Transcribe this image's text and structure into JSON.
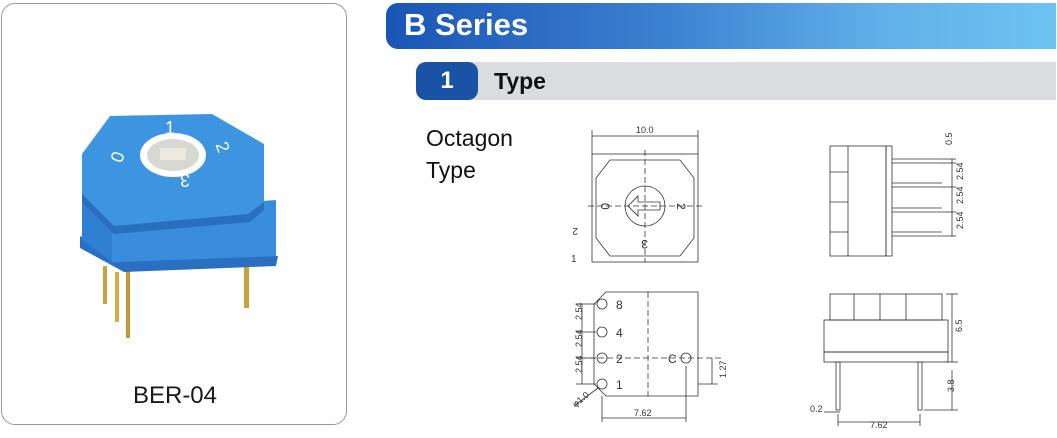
{
  "header": {
    "series_title": "B Series",
    "type_number": "1",
    "type_label": "Type"
  },
  "product": {
    "name": "BER-04",
    "dial_labels": [
      "0",
      "1",
      "2",
      "3"
    ]
  },
  "variant": {
    "line1": "Octagon",
    "line2": "Type"
  },
  "drawings": {
    "top_view": {
      "width_dim": "10.0",
      "face_labels": [
        "0",
        "2",
        "3"
      ],
      "pin_labels": [
        "2",
        "1"
      ]
    },
    "side_view_top": {
      "dims": [
        "0.5",
        "2.54",
        "2.54",
        "2.54"
      ]
    },
    "bottom_view": {
      "pin_labels": [
        "8",
        "4",
        "2",
        "1"
      ],
      "common_label": "C",
      "left_dims": [
        "2.54",
        "2.54",
        "2.54"
      ],
      "hole_dim": "φ1.0",
      "offset_dim": "1.27",
      "width_dim": "7.62"
    },
    "side_view_bottom": {
      "height_dim": "6.5",
      "pin_dim": "3.8",
      "pin_width_dim": "0.2",
      "width_dim": "7.62"
    }
  },
  "colors": {
    "series_gradient_start": "#1a55b4",
    "series_gradient_end": "#6cc3f2",
    "type_badge": "#1a52a6",
    "type_bar": "#d9dde0",
    "switch_body": "#2f7fd4"
  }
}
